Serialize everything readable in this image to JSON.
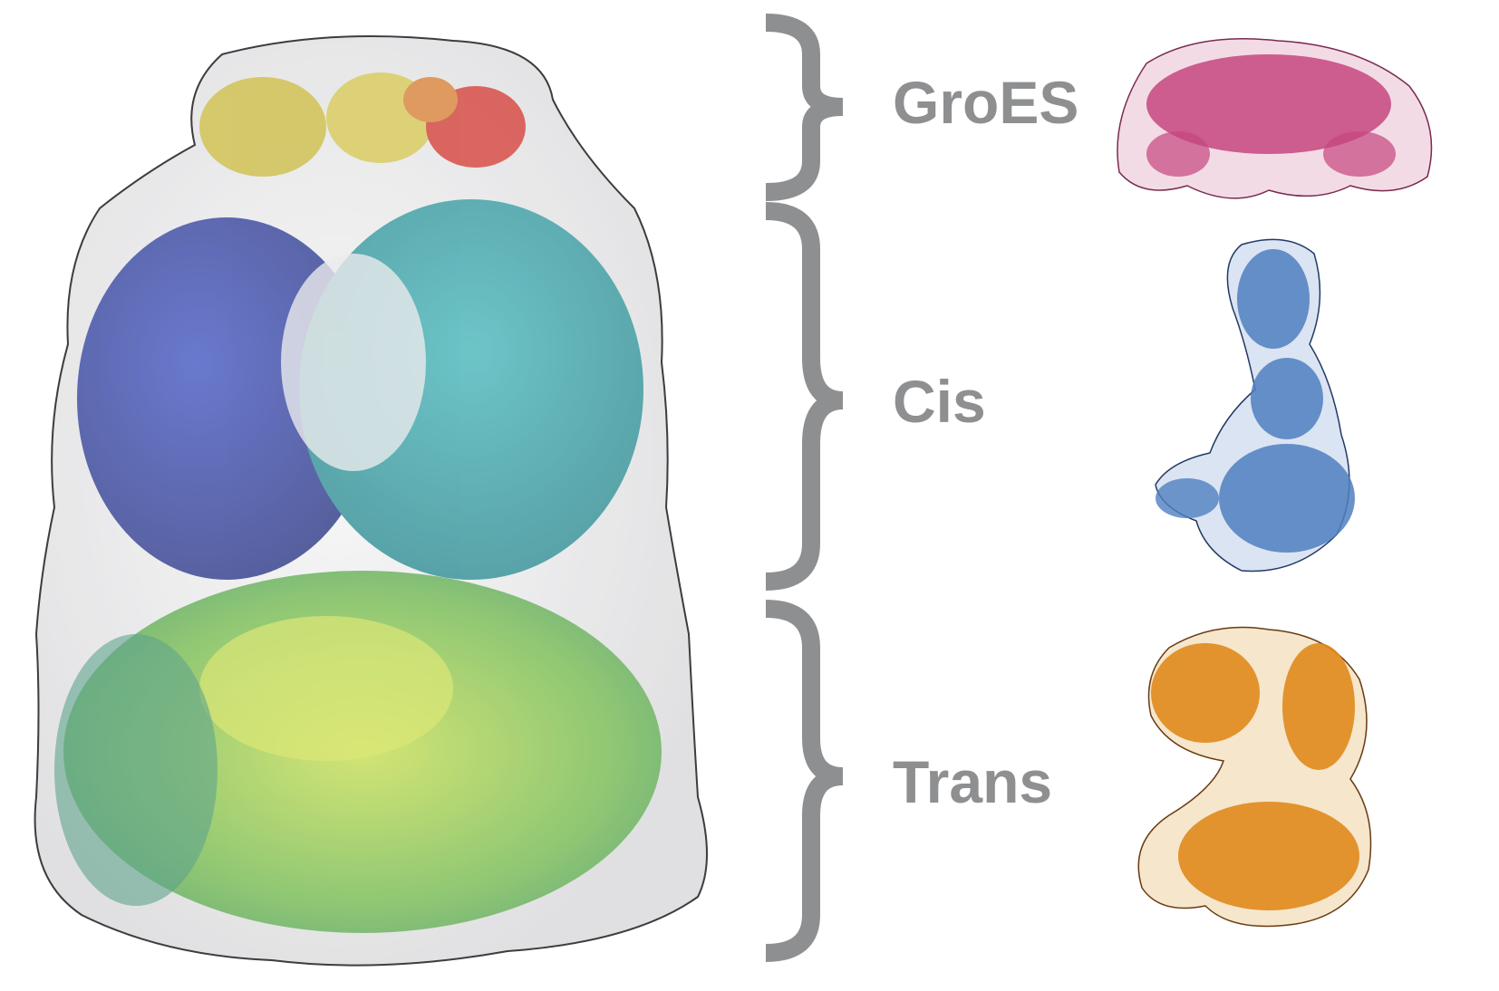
{
  "labels": {
    "groes": "GroES",
    "cis": "Cis",
    "trans": "Trans"
  },
  "colors": {
    "bracket": "#8e8f91",
    "label": "#8e8f91",
    "envelope_fill": "#e9e9ea",
    "envelope_outline": "#3a3a3a",
    "groes_yellow": "#c9b83a",
    "groes_red": "#d0322a",
    "cis_blue": "#2a3592",
    "cis_teal": "#2d9aa2",
    "trans_green": "#4aa84a",
    "trans_lime": "#b8d23a",
    "monomer_groes": "#c4467e",
    "monomer_cis": "#4f7fc0",
    "monomer_trans": "#e08a1c"
  },
  "icons": {
    "main_complex": "chaperonin-complex-icon",
    "groes_monomer": "groes-monomer-icon",
    "cis_monomer": "cis-monomer-icon",
    "trans_monomer": "trans-monomer-icon"
  }
}
